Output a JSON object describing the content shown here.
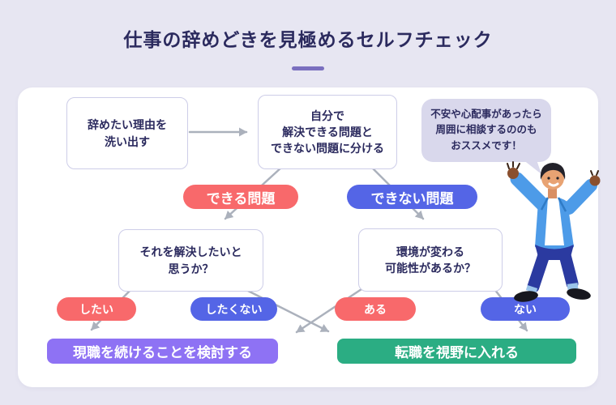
{
  "title": "仕事の辞めどきを見極めるセルフチェック",
  "colors": {
    "background": "#E7E6F2",
    "card": "#FFFFFF",
    "heading_text": "#2B2A5E",
    "underline_accent": "#7A6FBF",
    "arrow_gray": "#ABB1BC",
    "red_label": "#F8696B",
    "blue_label": "#5465E6",
    "purple_result": "#8E72F4",
    "green_result": "#2BAD83",
    "bubble": "#D9D8EC"
  },
  "flow": {
    "step1": "辞めたい理由を\n洗い出す",
    "step2": "自分で\n解決できる問題と\nできない問題に分ける",
    "branch_solvable": "できる問題",
    "branch_unsolvable": "できない問題",
    "question_solve": "それを解決したいと\n思うか？",
    "question_environment": "環境が変わる\n可能性があるか？",
    "answer_want": "したい",
    "answer_not_want": "したくない",
    "answer_possible": "ある",
    "answer_not_possible": "ない",
    "result_stay": "現職を続けることを検討する",
    "result_change": "転職を視野に入れる"
  },
  "advice_bubble": "不安や心配事があったら\n周囲に相談するののも\nおススメです！"
}
